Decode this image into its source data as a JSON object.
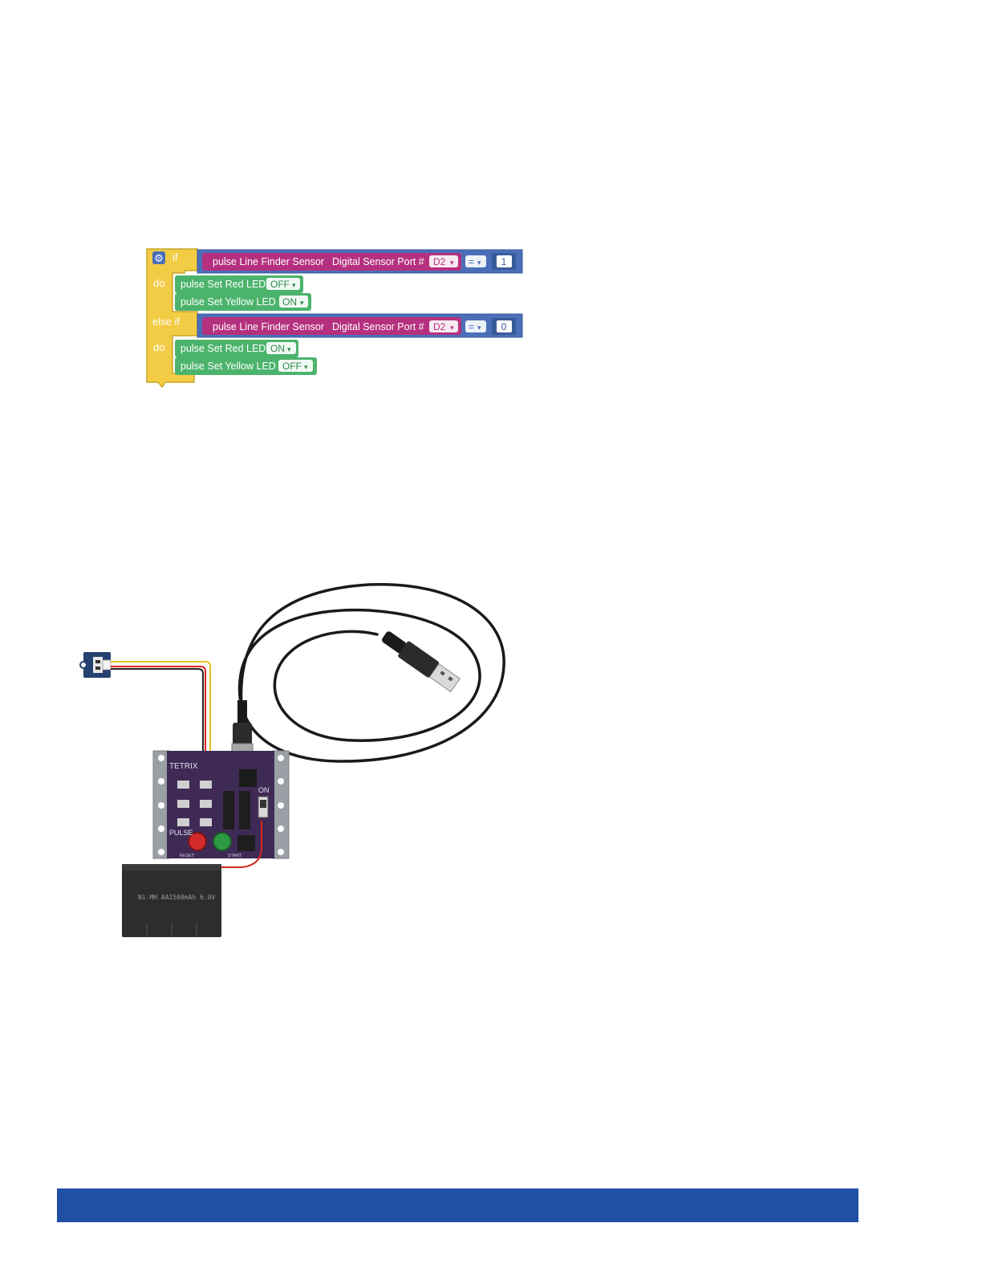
{
  "blocks": {
    "if_label": "if",
    "do_label": "do",
    "else_if_label": "else if",
    "gear_glyph": "⚙",
    "dropdown_arrow": "▾",
    "conditions": [
      {
        "sensor": "pulse Line Finder Sensor",
        "port_label": "Digital Sensor Port #",
        "port": "D2",
        "operator": "=",
        "value": "1"
      },
      {
        "sensor": "pulse Line Finder Sensor",
        "port_label": "Digital Sensor Port #",
        "port": "D2",
        "operator": "=",
        "value": "0"
      }
    ],
    "actions": [
      {
        "label": "pulse Set Red LED",
        "state": "OFF"
      },
      {
        "label": "pulse Set Yellow LED",
        "state": "ON"
      },
      {
        "label": "pulse Set Red LED",
        "state": "ON"
      },
      {
        "label": "pulse Set Yellow LED",
        "state": "OFF"
      }
    ],
    "colors": {
      "control": "#f2cc44",
      "control_border": "#c9a52b",
      "logic": "#4a6fb8",
      "sensor": "#b5317f",
      "action": "#4cb36c",
      "field_bg": "#ffffff"
    }
  },
  "hardware": {
    "board_brand": "TETRIX",
    "board_name": "PULSE",
    "switch_label": "ON",
    "reset_label": "RESET",
    "start_label": "START",
    "battery_label": "Ni-MH AA1500mAh 6.0V",
    "colors": {
      "board": "#3f2a56",
      "frame": "#9aa0a6",
      "cable": "#1a1a1a",
      "battery": "#2d2d2d",
      "sensor_pcb": "#24416f",
      "wire_red": "#d8261f",
      "wire_yellow": "#e8c21c",
      "reset_button": "#d42a2a",
      "start_button": "#2e9a44"
    }
  },
  "footer": {
    "color": "#2050a3"
  }
}
